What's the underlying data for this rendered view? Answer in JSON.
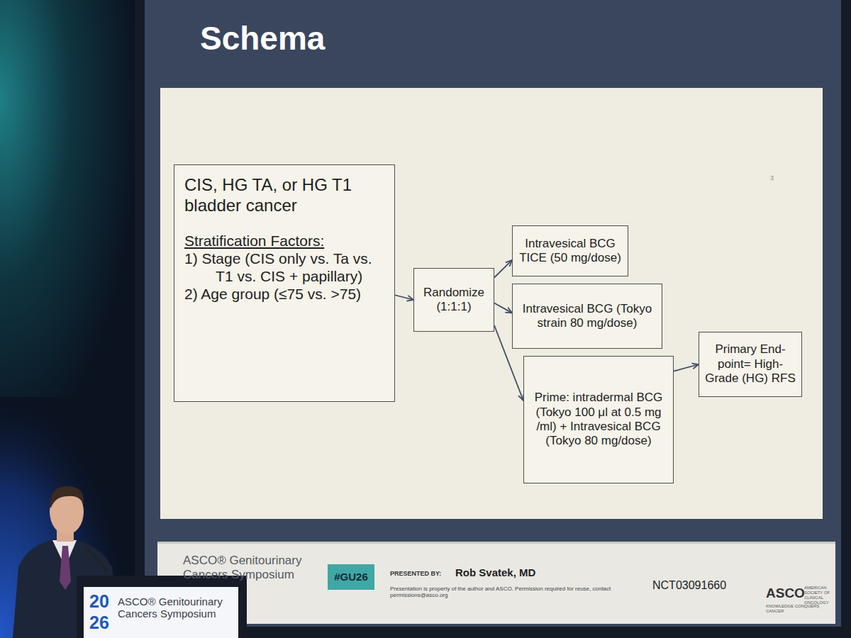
{
  "diagram": {
    "title": "Schema",
    "nodes": [
      {
        "text": [
          "CIS, HG TA, or HG T1 bladder cancer",
          "Stratification Factors:",
          "1) Stage (CIS only vs. Ta vs. T1 vs. CIS + papillary)",
          "2) Age group (≤75 vs. >75)"
        ]
      },
      {
        "text": [
          "Randomize (1:1:1)"
        ]
      },
      {
        "text": [
          "Intravesical BCG TICE (50 mg/dose)"
        ]
      },
      {
        "text": [
          "Intravesical BCG (Tokyo strain 80 mg/dose)"
        ]
      },
      {
        "text": [
          "Prime: intradermal BCG (Tokyo 100 μl at 0.5 mg /ml) + Intravesical BCG (Tokyo 80 mg/dose)"
        ]
      },
      {
        "text": [
          "Primary End-point= High-Grade (HG) RFS"
        ]
      }
    ],
    "edges": [
      {
        "from": 0,
        "to": 1,
        "arrow": "to"
      },
      {
        "from": 1,
        "to": 2,
        "arrow": "to"
      },
      {
        "from": 1,
        "to": 3,
        "arrow": "to"
      },
      {
        "from": 1,
        "to": 4,
        "arrow": "to"
      },
      {
        "from": 4,
        "to": 5,
        "arrow": "to"
      }
    ],
    "labels": [
      "3",
      "ASCO® Genitourinary Cancers Symposium",
      "#GU26",
      "PRESENTED BY:",
      "Rob Svatek, MD",
      "Presentation is property of the author and ASCO. Permission required for reuse, contact permissions@asco.org",
      "NCT03091660",
      "ASCO",
      "AMERICAN SOCIETY OF CLINICAL ONCOLOGY",
      "KNOWLEDGE CONQUERS CANCER",
      "20",
      "26",
      "ASCO® Genitourinary Cancers Symposium"
    ]
  }
}
